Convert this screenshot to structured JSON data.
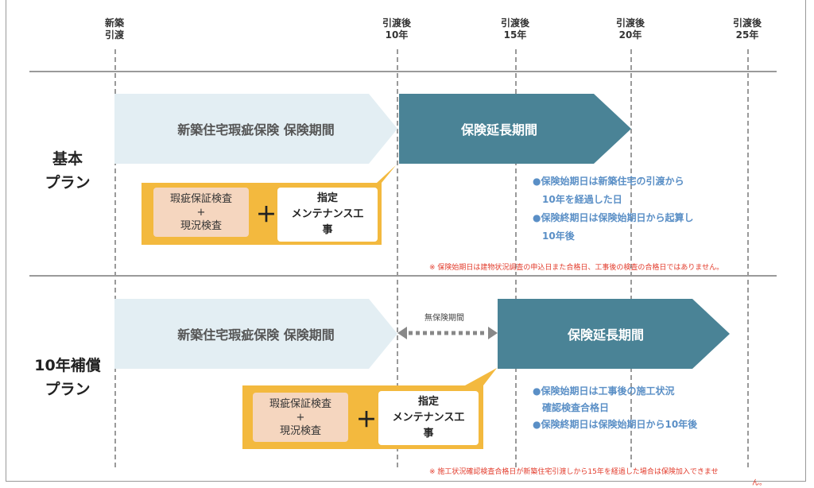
{
  "timeline": [
    {
      "l1": "新築",
      "l2": "引渡"
    },
    {
      "l1": "引渡後",
      "l2": "10年"
    },
    {
      "l1": "引渡後",
      "l2": "15年"
    },
    {
      "l1": "引渡後",
      "l2": "20年"
    },
    {
      "l1": "引渡後",
      "l2": "25年"
    }
  ],
  "plan1": {
    "name1": "基本",
    "name2": "プラン",
    "insurance": "新築住宅瑕疵保険 保険期間",
    "extension": "保険延長期間",
    "inspection1": "瑕疵保証検査",
    "plus_small": "+",
    "inspection2": "現況検査",
    "plus": "＋",
    "maint1": "指定",
    "maint2": "メンテナンス工",
    "maint3": "事",
    "notes": [
      "●保険始期日は新築住宅の引渡から",
      "　10年を経過した日",
      "●保険終期日は保険始期日から起算し",
      "　10年後"
    ],
    "red": "※ 保険始期日は建物状況調査の申込日また合格日、工事後の検査の合格日ではありません。"
  },
  "plan2": {
    "name1": "10年補償",
    "name2": "プラン",
    "insurance": "新築住宅瑕疵保険 保険期間",
    "gap": "無保険期間",
    "extension": "保険延長期間",
    "inspection1": "瑕疵保証検査",
    "plus_small": "+",
    "inspection2": "現況検査",
    "plus": "＋",
    "maint1": "指定",
    "maint2": "メンテナンス工",
    "maint3": "事",
    "notes": [
      "●保険始期日は工事後の施工状況",
      "　確認検査合格日",
      "●保険終期日は保険始期日から10年後"
    ],
    "red1": "※ 施工状況確認検査合格日が新築住宅引渡しから15年を経過した場合は保険加入できませ",
    "red2": "ん。"
  },
  "colors": {
    "light": "#e3eef3",
    "dark": "#4a8396",
    "accent": "#f3b93e",
    "pink": "#f5d6bf",
    "note": "#5a8fc6",
    "red": "#e23a2a"
  }
}
